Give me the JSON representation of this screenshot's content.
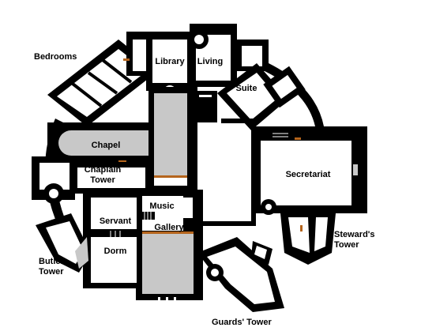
{
  "plan": {
    "labels": {
      "bedrooms": "Bedrooms",
      "library": "Library",
      "living": "Living",
      "suite": "Suite",
      "chapel": "Chapel",
      "chaplain_tower": "Chaplain\nTower",
      "secretariat": "Secretariat",
      "music": "Music",
      "gallery": "Gallery",
      "servant": "Servant",
      "dorm": "Dorm",
      "butler_tower": "Butler\nTower",
      "stewards_tower": "Steward's\nTower",
      "guards_tower": "Guards' Tower"
    },
    "colors": {
      "wall": "#000000",
      "floor": "#ffffff",
      "hall_shade": "#c8c8c8",
      "door": "#b5651d"
    }
  }
}
